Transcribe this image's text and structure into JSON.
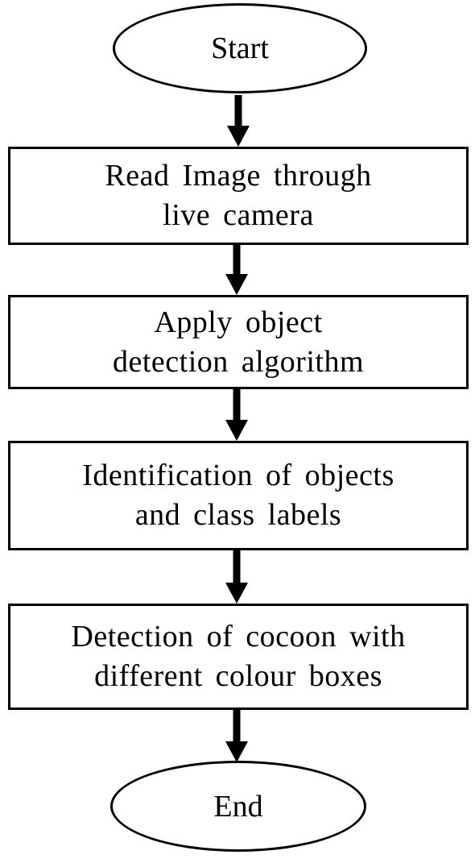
{
  "flowchart": {
    "start": "Start",
    "steps": [
      [
        "Read Image through",
        "live camera"
      ],
      [
        "Apply object",
        "detection algorithm"
      ],
      [
        "Identification of objects",
        "and class labels"
      ],
      [
        "Detection of cocoon with",
        "different colour boxes"
      ]
    ],
    "end": "End"
  }
}
